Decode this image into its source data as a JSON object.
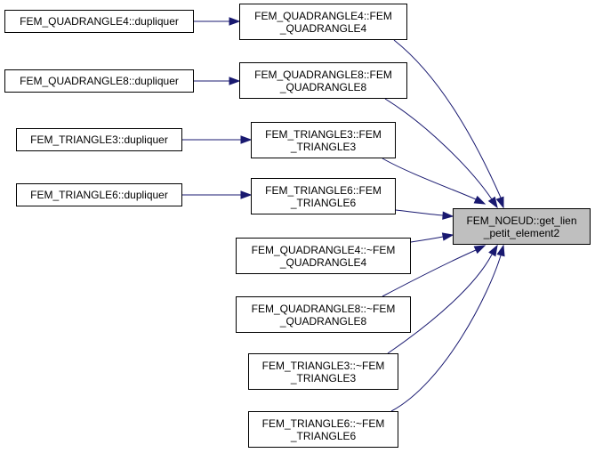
{
  "diagram": {
    "type": "call-graph",
    "target": {
      "id": "target",
      "line1": "FEM_NOEUD::get_lien",
      "line2": "_petit_element2"
    },
    "middle": [
      {
        "id": "m1",
        "line1": "FEM_QUADRANGLE4::FEM",
        "line2": "_QUADRANGLE4"
      },
      {
        "id": "m2",
        "line1": "FEM_QUADRANGLE8::FEM",
        "line2": "_QUADRANGLE8"
      },
      {
        "id": "m3",
        "line1": "FEM_TRIANGLE3::FEM",
        "line2": "_TRIANGLE3"
      },
      {
        "id": "m4",
        "line1": "FEM_TRIANGLE6::FEM",
        "line2": "_TRIANGLE6"
      },
      {
        "id": "m5",
        "line1": "FEM_QUADRANGLE4::~FEM",
        "line2": "_QUADRANGLE4"
      },
      {
        "id": "m6",
        "line1": "FEM_QUADRANGLE8::~FEM",
        "line2": "_QUADRANGLE8"
      },
      {
        "id": "m7",
        "line1": "FEM_TRIANGLE3::~FEM",
        "line2": "_TRIANGLE3"
      },
      {
        "id": "m8",
        "line1": "FEM_TRIANGLE6::~FEM",
        "line2": "_TRIANGLE6"
      }
    ],
    "left": [
      {
        "id": "l1",
        "label": "FEM_QUADRANGLE4::dupliquer"
      },
      {
        "id": "l2",
        "label": "FEM_QUADRANGLE8::dupliquer"
      },
      {
        "id": "l3",
        "label": "FEM_TRIANGLE3::dupliquer"
      },
      {
        "id": "l4",
        "label": "FEM_TRIANGLE6::dupliquer"
      }
    ],
    "edges": [
      [
        "l1",
        "m1"
      ],
      [
        "l2",
        "m2"
      ],
      [
        "l3",
        "m3"
      ],
      [
        "l4",
        "m4"
      ],
      [
        "m1",
        "target"
      ],
      [
        "m2",
        "target"
      ],
      [
        "m3",
        "target"
      ],
      [
        "m4",
        "target"
      ],
      [
        "m5",
        "target"
      ],
      [
        "m6",
        "target"
      ],
      [
        "m7",
        "target"
      ],
      [
        "m8",
        "target"
      ]
    ],
    "colors": {
      "edge": "#191970",
      "target_fill": "#bfbfbf",
      "node_fill": "#ffffff",
      "border": "#000000"
    }
  }
}
